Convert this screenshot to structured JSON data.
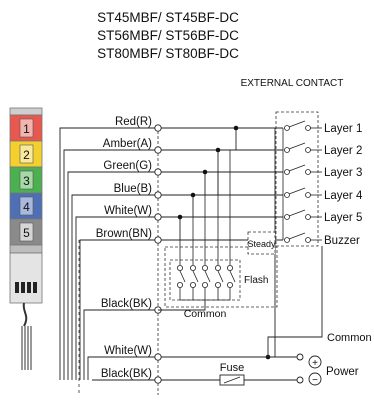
{
  "header": {
    "model_lines": [
      "ST45MBF/ ST45BF-DC",
      "ST56MBF/ ST56BF-DC",
      "ST80MBF/ ST80BF-DC"
    ],
    "external_contact": "EXTERNAL CONTACT"
  },
  "tower": {
    "layers": [
      {
        "number": "1",
        "color": "#e8584e",
        "light": "#f2b4ae"
      },
      {
        "number": "2",
        "color": "#f3d02e",
        "light": "#f8ea9c"
      },
      {
        "number": "3",
        "color": "#4caf50",
        "light": "#a6d8a8"
      },
      {
        "number": "4",
        "color": "#4e6fb4",
        "light": "#a9b8de"
      },
      {
        "number": "5",
        "color": "#8a8a8a",
        "light": "#d6d6d6"
      }
    ]
  },
  "wires": {
    "labels": [
      "Red(R)",
      "Amber(A)",
      "Green(G)",
      "Blue(B)",
      "White(W)",
      "Brown(BN)",
      "Black(BK)",
      "White(W)",
      "Black(BK)"
    ]
  },
  "outputs": {
    "labels": [
      "Layer 1",
      "Layer 2",
      "Layer 3",
      "Layer 4",
      "Layer 5",
      "Buzzer"
    ]
  },
  "boxes": {
    "flash": "Flash",
    "steady": "Steady",
    "common": "Common"
  },
  "power": {
    "common": "Common",
    "fuse": "Fuse",
    "power": "Power",
    "plus": "+",
    "minus": "−"
  }
}
